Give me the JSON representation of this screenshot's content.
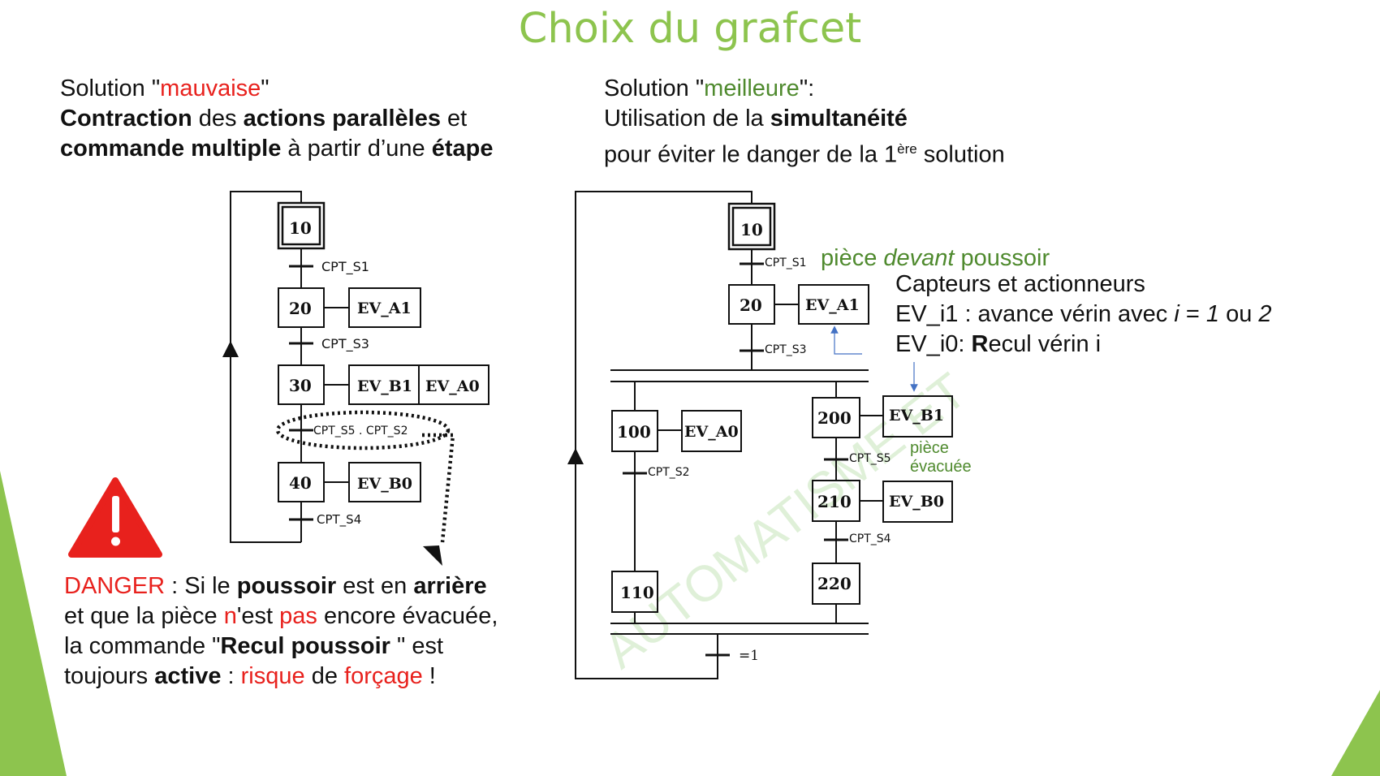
{
  "title": "Choix du grafcet",
  "left": {
    "heading_a": "Solution \"",
    "heading_word": "mauvaise",
    "heading_b": "\"",
    "l2_b1": "Contraction",
    "l2_t1": " des ",
    "l2_b2": "actions parallèles",
    "l2_t2": " et",
    "l3_b1": "commande multiple",
    "l3_t1": " à partir d’une ",
    "l3_b2": "étape"
  },
  "right": {
    "heading_a": "Solution \"",
    "heading_word": "meilleure",
    "heading_b": "\":",
    "l2_t1": "Utilisation de la ",
    "l2_b1": "simultanéité",
    "l3_t1": "pour éviter le danger de la 1",
    "l3_sup": "ère",
    "l3_t2": " solution"
  },
  "danger": {
    "word": "DANGER",
    "t1": " :  Si le ",
    "b1": "poussoir",
    "t2": " est en ",
    "b2": "arrière",
    "l2_t1": "et que la pièce ",
    "l2_r1": "n",
    "l2_t2": "'est ",
    "l2_r2": "pas",
    "l2_t3": " encore évacuée,",
    "l3_t1": "la commande \"",
    "l3_b1": "Recul poussoir",
    "l3_t2": " \" est",
    "l4_t1": "toujours ",
    "l4_b1": "active",
    "l4_t2": " : ",
    "l4_r1": "risque",
    "l4_t3": " de ",
    "l4_r2": "forçage",
    "l4_t4": " !"
  },
  "notes": {
    "piece_a": "pièce ",
    "piece_i": "devant",
    "piece_b": " poussoir",
    "cap": "Capteurs et actionneurs",
    "ev1_a": "EV_i1 : avance vérin avec ",
    "ev1_i": "i",
    "ev1_b": " = ",
    "ev1_c": "1",
    "ev1_d": " ou ",
    "ev1_e": "2",
    "ev0_a": "EV_i0: ",
    "ev0_b": "R",
    "ev0_c": "ecul vérin i",
    "evac1": "pièce",
    "evac2": "évacuée"
  },
  "watermark": "AUTOMATISME ET",
  "grafcet_left": {
    "steps": [
      "10",
      "20",
      "30",
      "40"
    ],
    "transitions": [
      "CPT_S1",
      "CPT_S3",
      "CPT_S5 . CPT_S2",
      "CPT_S4"
    ],
    "actions": [
      "EV_A1",
      "EV_B1",
      "EV_A0",
      "EV_B0"
    ]
  },
  "grafcet_right": {
    "steps": [
      "10",
      "20",
      "100",
      "110",
      "200",
      "210",
      "220"
    ],
    "transitions": [
      "CPT_S1",
      "CPT_S3",
      "CPT_S2",
      "CPT_S5",
      "CPT_S4",
      "=1"
    ],
    "actions": [
      "EV_A1",
      "EV_A0",
      "EV_B1",
      "EV_B0"
    ]
  },
  "colors": {
    "title": "#8dc44e",
    "red": "#e8211d",
    "green": "#4f8a2e",
    "arrow": "#4472c4"
  }
}
